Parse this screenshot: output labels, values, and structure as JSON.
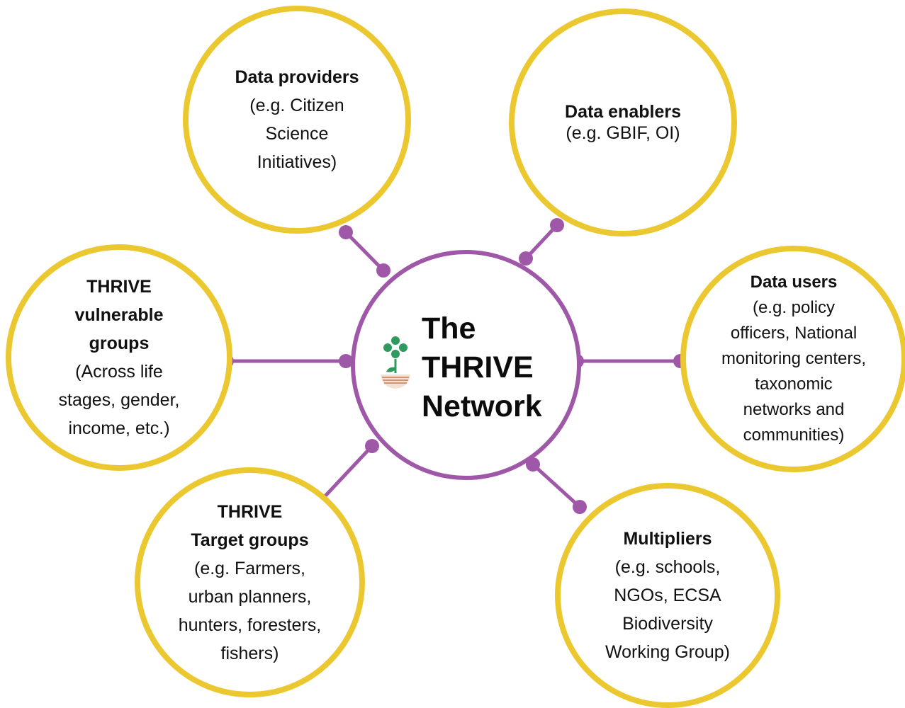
{
  "diagram": {
    "hub": {
      "title": "The\nTHRIVE\nNetwork",
      "logo": "thrive-plant-logo"
    },
    "nodes": [
      {
        "id": "providers",
        "title": "Data providers",
        "desc": "(e.g. Citizen\nScience\nInitiatives)"
      },
      {
        "id": "enablers",
        "title": "Data enablers",
        "desc": "(e.g. GBIF, OI)"
      },
      {
        "id": "users",
        "title": "Data users",
        "desc": "(e.g. policy\nofficers, National\nmonitoring centers,\ntaxonomic\nnetworks and\ncommunities)"
      },
      {
        "id": "multipliers",
        "title": "Multipliers",
        "desc": "(e.g. schools,\nNGOs, ECSA\nBiodiversity\nWorking Group)"
      },
      {
        "id": "target",
        "title": "THRIVE\nTarget groups",
        "desc": "(e.g. Farmers,\nurban planners,\nhunters, foresters,\nfishers)"
      },
      {
        "id": "vulnerable",
        "title": "THRIVE\nvulnerable\ngroups",
        "desc": "(Across life\nstages, gender,\nincome, etc.)"
      }
    ],
    "colors": {
      "node_border": "#ecc830",
      "connector": "#9f58a8",
      "logo_green": "#2f9a5f"
    }
  }
}
